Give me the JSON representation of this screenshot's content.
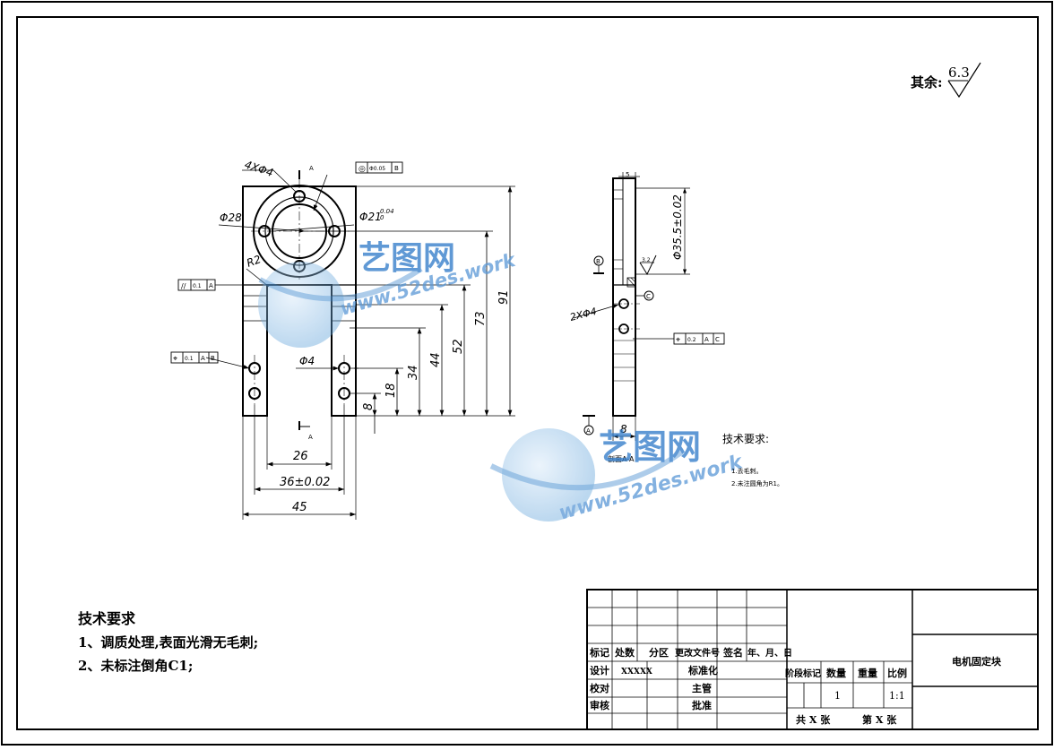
{
  "surface_roughness": {
    "label": "其余:",
    "value": "6.3"
  },
  "front_view": {
    "dims": {
      "holes4": "4XΦ4",
      "d28": "Φ28",
      "d21": "Φ21",
      "d21_tol": "0.04",
      "d21_tol_low": "0",
      "r2": "R2",
      "d4": "Φ4",
      "h91": "91",
      "h73": "73",
      "h52": "52",
      "h44": "44",
      "h34": "34",
      "h18": "18",
      "h8": "8",
      "w26": "26",
      "w36": "36±0.02",
      "w45": "45"
    },
    "section_marks": [
      "A",
      "A"
    ],
    "gdt": {
      "concentric": {
        "symbol": "◎",
        "value": "Φ0.05",
        "datum": "B"
      },
      "parallel": {
        "symbol": "//",
        "value": "0.1",
        "datum": "A"
      },
      "position": {
        "symbol": "⌖",
        "value": "0.1",
        "datum1": "A",
        "datum2": "B"
      }
    }
  },
  "side_view": {
    "dims": {
      "top5": "5",
      "d35": "Φ35.5±0.02",
      "holes2": "2XΦ4",
      "w8": "8"
    },
    "datums": [
      "B",
      "C",
      "A"
    ],
    "roughness_local": "3.2",
    "gdt_position": {
      "symbol": "⌖",
      "value": "0.2",
      "datum1": "A",
      "datum2": "C"
    },
    "section_title": "剖面A-A"
  },
  "watermarks": [
    {
      "cn": "艺图网",
      "url": "www.52des.work"
    },
    {
      "cn": "艺图网",
      "url": "www.52des.work"
    }
  ],
  "small_notes": {
    "title": "技术要求:",
    "items": [
      "1.去毛刺。",
      "2.未注圆角为R1。"
    ]
  },
  "tech_requirements": {
    "title": "技术要求",
    "items": [
      "1、调质处理,表面光滑无毛刺;",
      "2、未标注倒角C1;"
    ]
  },
  "title_block": {
    "row_revision": [
      "标记",
      "处数",
      "分区",
      "更改文件号",
      "签名",
      "年、月、日"
    ],
    "design_label": "设计",
    "designer": "XXXXX",
    "standard_label": "标准化",
    "check_label": "校对",
    "supervisor_label": "主管",
    "review_label": "审核",
    "approve_label": "批准",
    "stage_label": "阶段标记",
    "qty_label": "数量",
    "weight_label": "重量",
    "scale_label": "比例",
    "qty": "1",
    "scale": "1:1",
    "sheets_total": "共 X 张",
    "sheet_no": "第 X 张",
    "part_name": "电机固定块"
  }
}
